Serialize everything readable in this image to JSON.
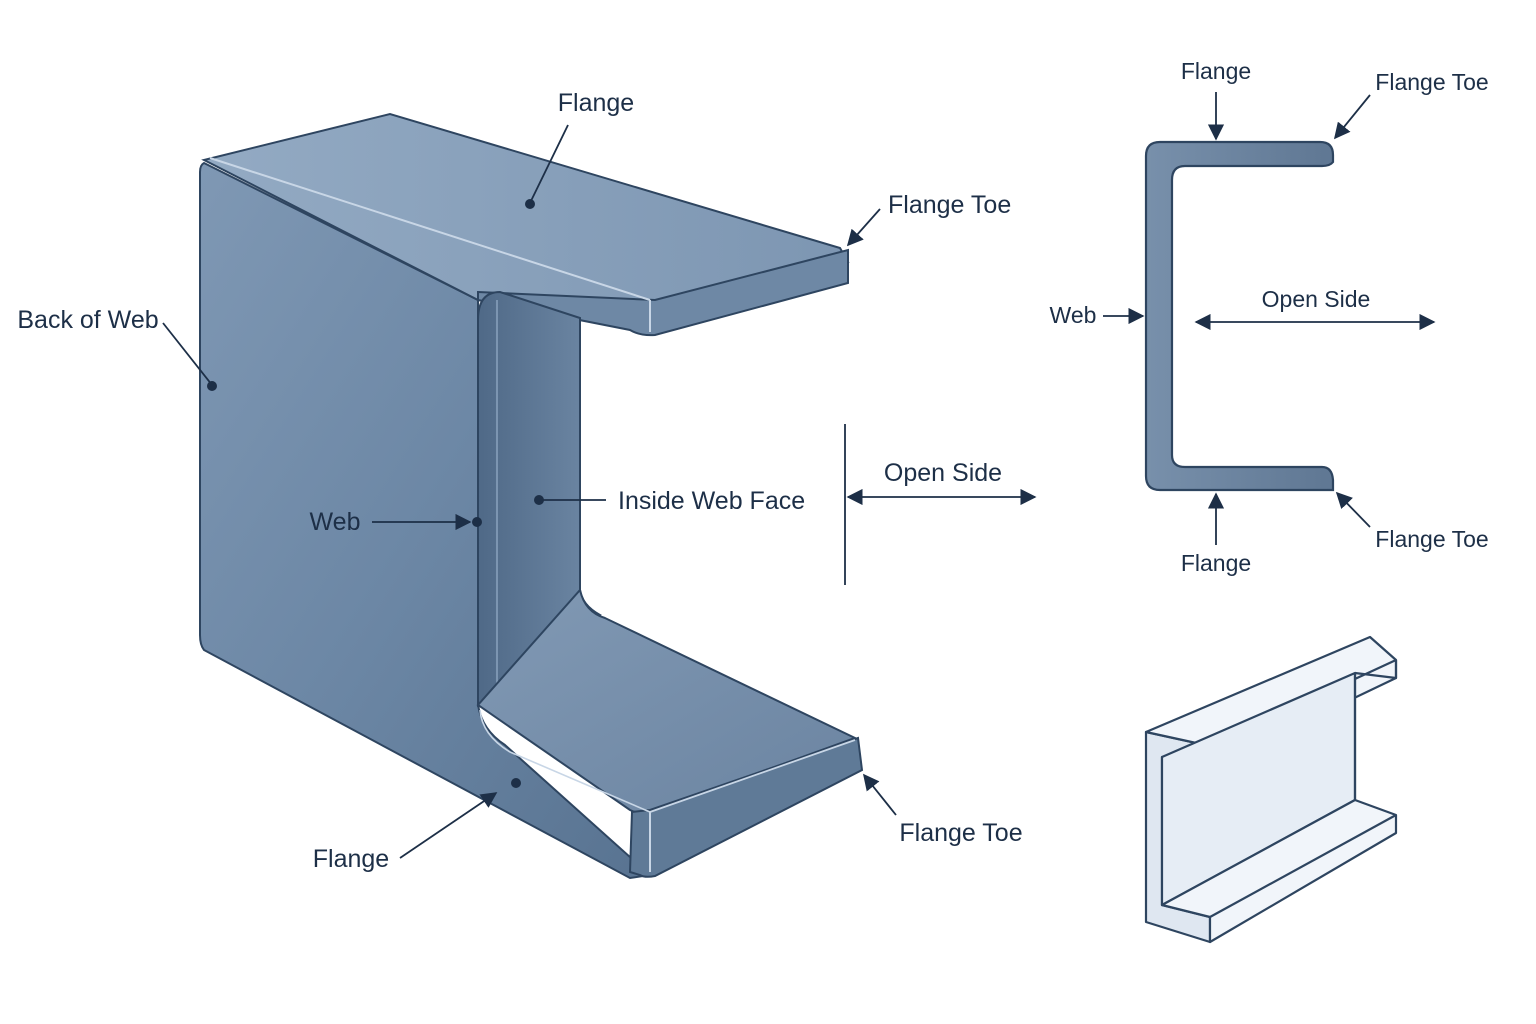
{
  "main_view": {
    "labels": {
      "flange_top": "Flange",
      "flange_toe_top": "Flange Toe",
      "back_of_web": "Back of Web",
      "web": "Web",
      "inside_web_face": "Inside Web Face",
      "open_side": "Open Side",
      "flange_toe_bottom": "Flange Toe",
      "flange_bottom": "Flange"
    }
  },
  "section_view": {
    "labels": {
      "flange_top": "Flange",
      "flange_toe_top": "Flange Toe",
      "web": "Web",
      "open_side": "Open Side",
      "flange_toe_bottom": "Flange Toe",
      "flange_bottom": "Flange"
    }
  },
  "colors": {
    "steel_face": "#6f8aa8",
    "steel_top": "#8ea6c0",
    "steel_inner": "#5d7896",
    "steel_edge": "#2e4560",
    "section_fill": "#6b819b",
    "outline_fill": "#e8eef6",
    "label": "#1d2f47"
  }
}
